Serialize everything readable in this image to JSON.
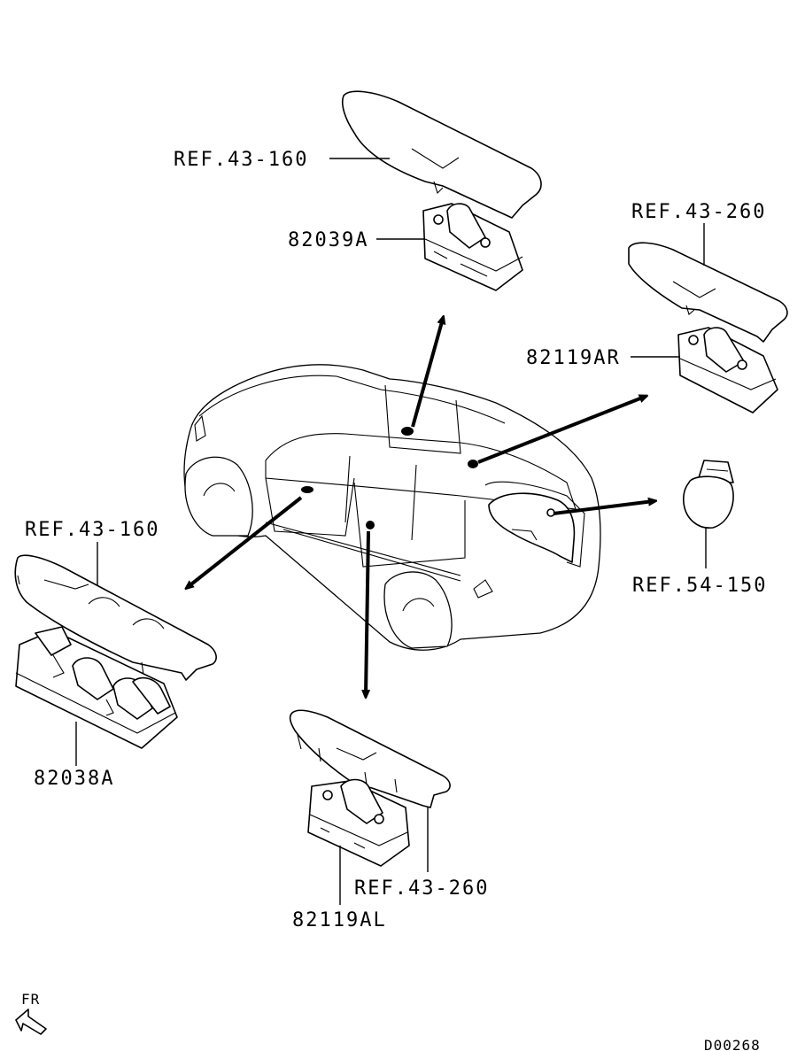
{
  "labels": {
    "ref_43_160_top": "REF.43-160",
    "part_82039A": "82039A",
    "ref_43_260_right": "REF.43-260",
    "part_82119AR": "82119AR",
    "ref_54_150": "REF.54-150",
    "ref_43_160_left": "REF.43-160",
    "part_82038A": "82038A",
    "ref_43_260_bottom": "REF.43-260",
    "part_82119AL": "82119AL",
    "front_indicator": "FR",
    "diagram_code": "D00268"
  }
}
